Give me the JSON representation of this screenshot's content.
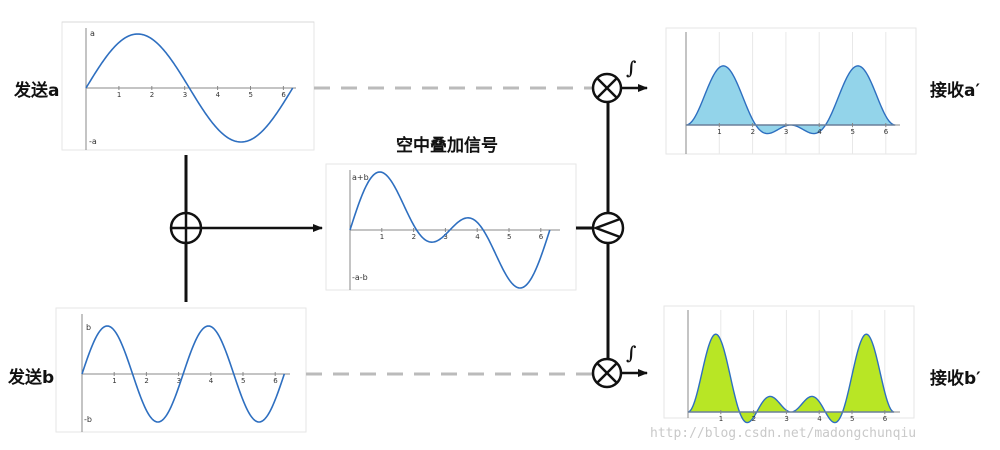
{
  "labels": {
    "send_a": "发送a",
    "send_b": "发送b",
    "mixed_title": "空中叠加信号",
    "recv_a": "接收a′",
    "recv_b": "接收b′"
  },
  "watermark": "http://blog.csdn.net/madongchunqiu",
  "integral_symbol": "∫",
  "colors": {
    "wave": "#2e6fc0",
    "fill_a": "#93d4ea",
    "fill_b": "#b8e625",
    "dashed": "#bbbbbb",
    "line": "#111111"
  },
  "charts": {
    "send_a": {
      "ticks": [
        "1",
        "2",
        "3",
        "4",
        "5",
        "6"
      ],
      "y_top_label": "a",
      "y_bottom_label": "-a"
    },
    "send_b": {
      "ticks": [
        "1",
        "2",
        "3",
        "4",
        "5",
        "6"
      ],
      "y_top_label": "b",
      "y_bottom_label": "-b"
    },
    "mixed": {
      "ticks": [
        "1",
        "2",
        "3",
        "4",
        "5",
        "6"
      ],
      "y_top_label": "a+b",
      "y_bottom_label": "-a-b"
    },
    "recv_a": {
      "ticks": [
        "1",
        "2",
        "3",
        "4",
        "5",
        "6"
      ]
    },
    "recv_b": {
      "ticks": [
        "1",
        "2",
        "3",
        "4",
        "5",
        "6"
      ]
    }
  }
}
